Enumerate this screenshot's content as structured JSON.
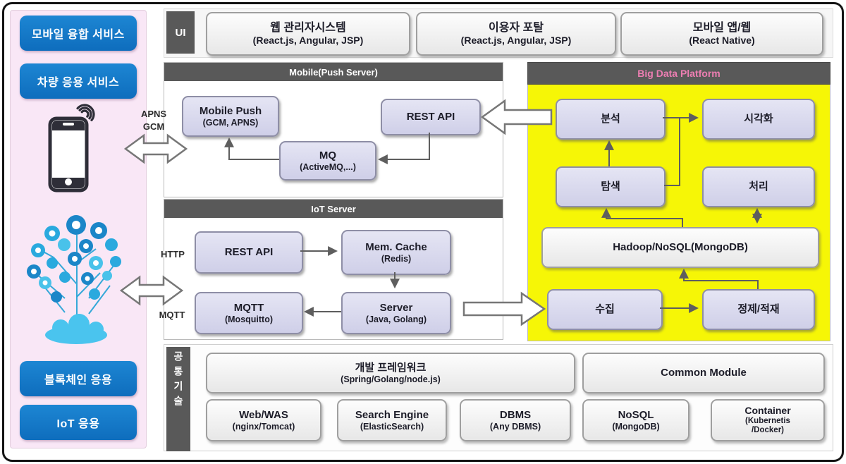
{
  "sidebar": {
    "buttons": [
      {
        "label": "모바일 융합 서비스"
      },
      {
        "label": "차량 응용 서비스"
      },
      {
        "label": "블록체인 응용"
      },
      {
        "label": "IoT 응용"
      }
    ]
  },
  "ui_row": {
    "label": "UI",
    "boxes": [
      {
        "title": "웹 관리자시스템",
        "subtitle": "(React.js, Angular, JSP)"
      },
      {
        "title": "이용자 포탈",
        "subtitle": "(React.js, Angular, JSP)"
      },
      {
        "title": "모바일 앱/웹",
        "subtitle": "(React Native)"
      }
    ]
  },
  "mobile_panel": {
    "title": "Mobile(Push Server)",
    "nodes": {
      "mobile_push": {
        "title": "Mobile Push",
        "subtitle": "(GCM, APNS)"
      },
      "rest_api": {
        "title": "REST API"
      },
      "mq": {
        "title": "MQ",
        "subtitle": "(ActiveMQ,...)"
      }
    }
  },
  "iot_panel": {
    "title": "IoT Server",
    "nodes": {
      "rest_api": {
        "title": "REST API"
      },
      "mem_cache": {
        "title": "Mem. Cache",
        "subtitle": "(Redis)"
      },
      "mqtt": {
        "title": "MQTT",
        "subtitle": "(Mosquitto)"
      },
      "server": {
        "title": "Server",
        "subtitle": "(Java, Golang)"
      }
    }
  },
  "bigdata_panel": {
    "title": "Big Data Platform",
    "nodes": {
      "analysis": {
        "title": "분석"
      },
      "visualization": {
        "title": "시각화"
      },
      "exploration": {
        "title": "탐색"
      },
      "processing": {
        "title": "처리"
      },
      "hadoop": {
        "title": "Hadoop/NoSQL(MongoDB)"
      },
      "collection": {
        "title": "수집"
      },
      "refine_load": {
        "title": "정제/적재"
      }
    }
  },
  "common_panel": {
    "label": "공통기술",
    "nodes": {
      "framework": {
        "title": "개발 프레임워크",
        "subtitle": "(Spring/Golang/node.js)"
      },
      "common_module": {
        "title": "Common Module"
      },
      "web_was": {
        "title": "Web/WAS",
        "subtitle": "(nginx/Tomcat)"
      },
      "search_engine": {
        "title": "Search Engine",
        "subtitle": "(ElasticSearch)"
      },
      "dbms": {
        "title": "DBMS",
        "subtitle": "(Any DBMS)"
      },
      "nosql": {
        "title": "NoSQL",
        "subtitle": "(MongoDB)"
      },
      "container": {
        "title": "Container",
        "subtitle": "(Kubernetis /Docker)"
      }
    }
  },
  "protocol_labels": {
    "apns": "APNS",
    "gcm": "GCM",
    "http": "HTTP",
    "mqtt": "MQTT"
  },
  "colors": {
    "accent_blue": "#1377c8",
    "header_gray": "#595959",
    "bigdata_yellow": "#f6f606",
    "node_lavender": "#d9d9ee",
    "bigdata_title_pink": "#ed7eb2",
    "sidebar_pink": "#f9e7f6"
  }
}
